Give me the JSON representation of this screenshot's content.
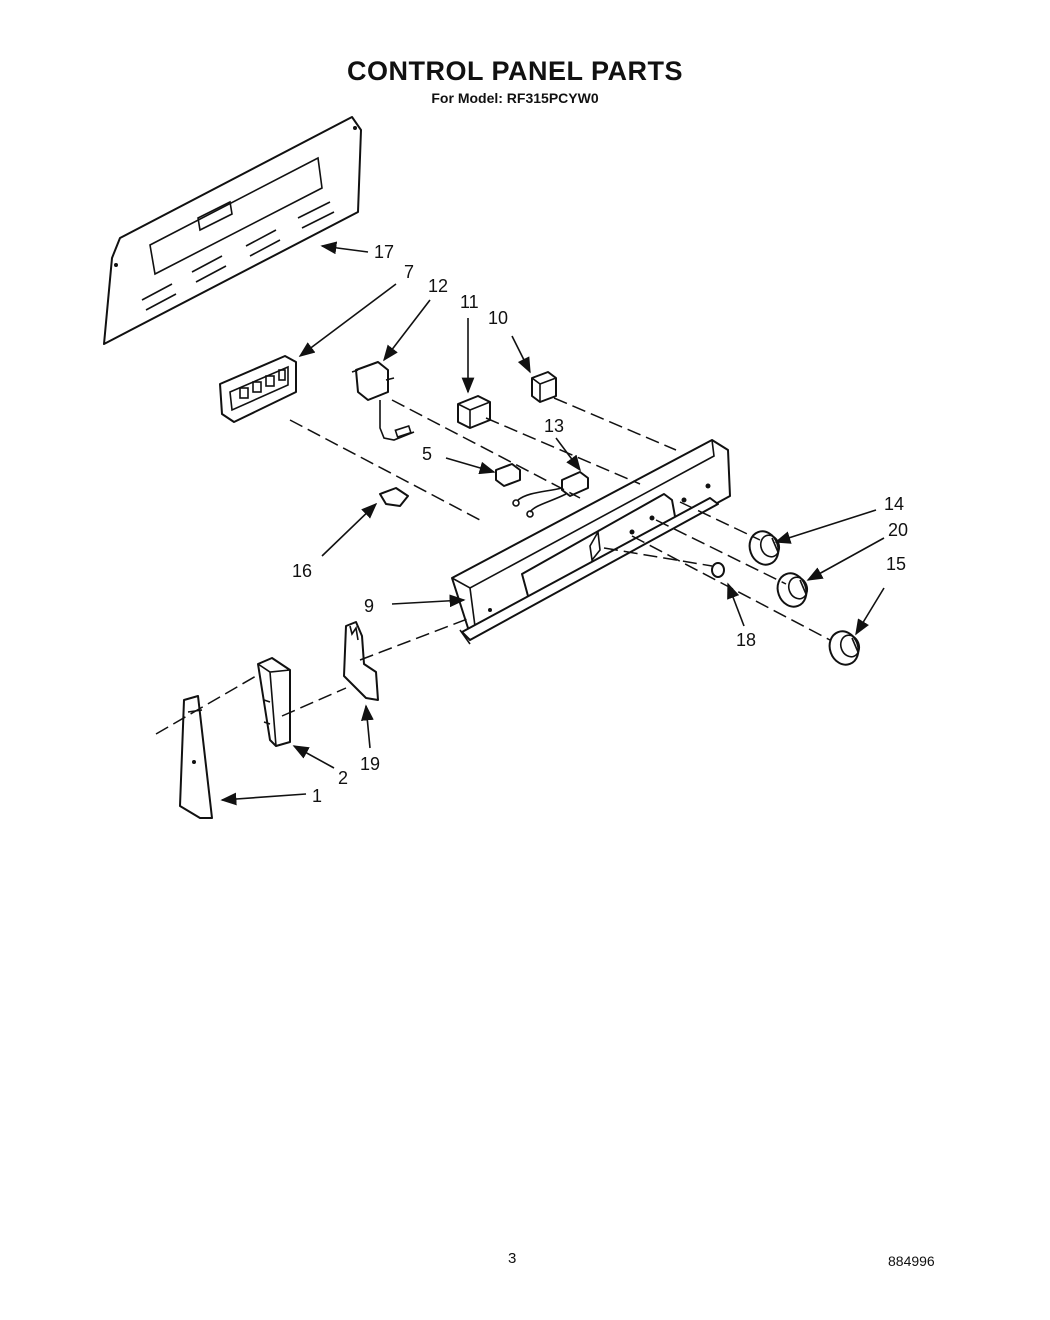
{
  "header": {
    "title": "CONTROL PANEL PARTS",
    "model": "For Model: RF315PCYW0"
  },
  "footer": {
    "page_number": "3",
    "document_number": "884996"
  },
  "callouts": {
    "c1": "1",
    "c2": "2",
    "c5": "5",
    "c7": "7",
    "c9": "9",
    "c10": "10",
    "c11": "11",
    "c12": "12",
    "c13": "13",
    "c14": "14",
    "c15": "15",
    "c16": "16",
    "c17": "17",
    "c18": "18",
    "c19": "19",
    "c20": "20"
  }
}
